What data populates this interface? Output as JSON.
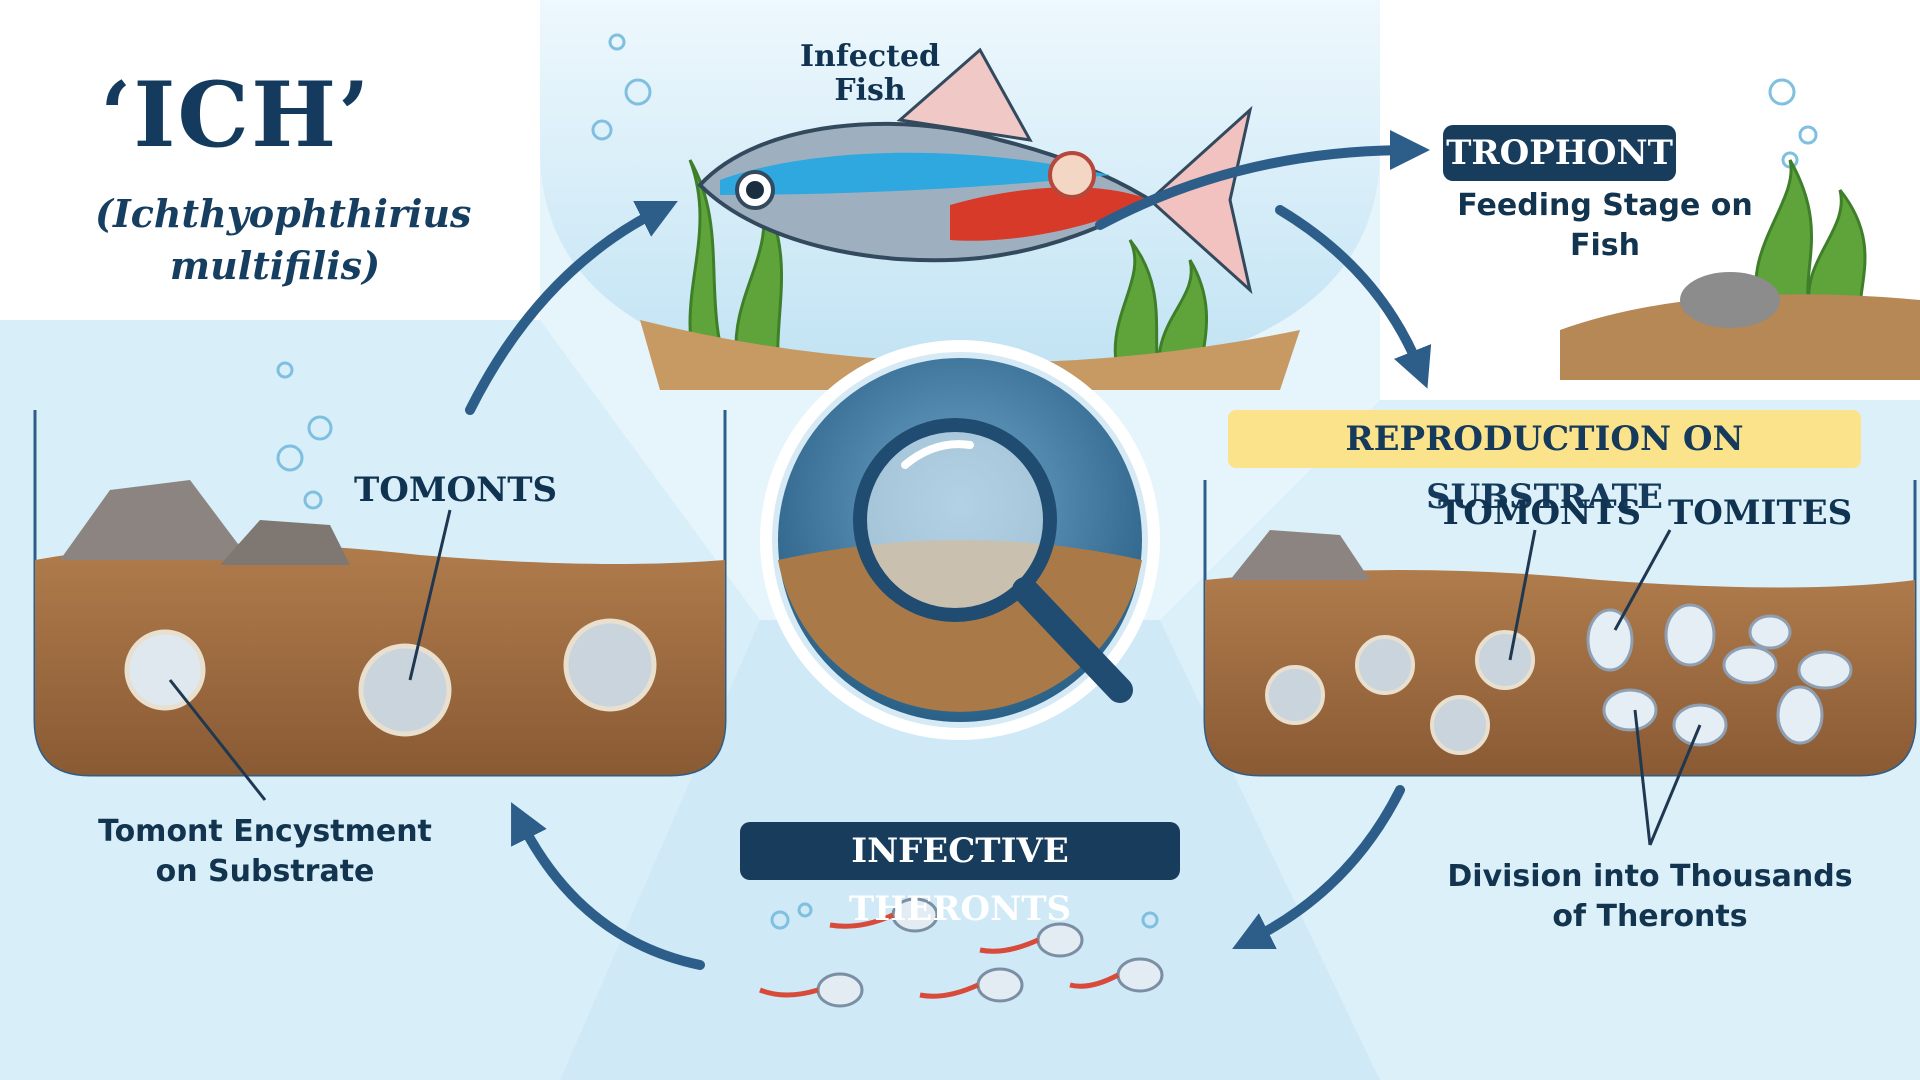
{
  "title": {
    "main": "‘ICH’",
    "scientific_line1": "(Ichthyophthirius",
    "scientific_line2": "multifilis)"
  },
  "stages": {
    "infected_fish": {
      "label_line1": "Infected",
      "label_line2": "Fish"
    },
    "trophont": {
      "badge": "TROPHONT",
      "caption": "Feeding Stage on Fish"
    },
    "reproduction": {
      "heading": "REPRODUCTION ON SUBSTRATE",
      "tomonts_label": "TOMONTS",
      "tomites_label": "TOMITES",
      "caption_line1": "Division into Thousands",
      "caption_line2": "of Theronts"
    },
    "theronts": {
      "badge": "INFECTIVE THERONTS"
    },
    "encystment": {
      "tomonts_label": "TOMONTS",
      "caption_line1": "Tomont Encystment",
      "caption_line2": "on Substrate"
    }
  },
  "colors": {
    "navy": "#183c5c",
    "arrow": "#2d5e8a",
    "water": "#d6eef9",
    "soil": "#9b6b3f",
    "highlight": "#fbe38c",
    "fish_blue": "#2fa8e0",
    "fish_red": "#d83a2a"
  },
  "icons": [
    "magnifier-icon",
    "fish-icon",
    "cycle-arrow-icon",
    "bubble-icon"
  ]
}
